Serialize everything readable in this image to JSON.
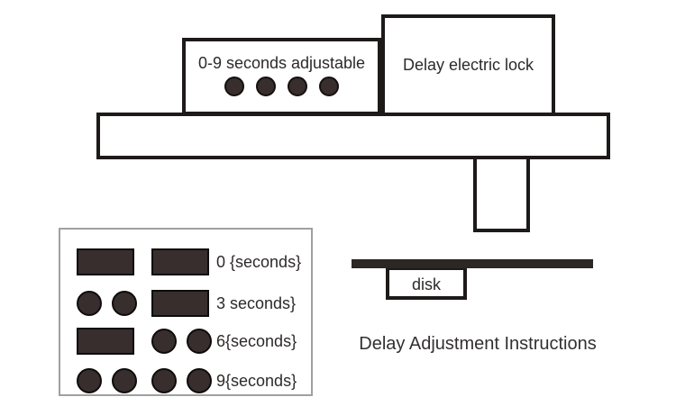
{
  "device": {
    "adjuster_box": {
      "label": "0-9 seconds adjustable",
      "dot_count": 4
    },
    "lock_box": {
      "label": "Delay electric lock"
    },
    "disk_box": {
      "label": "disk"
    }
  },
  "legend": {
    "rows": [
      {
        "left": "rect",
        "right": "rect",
        "label": "0 {seconds}"
      },
      {
        "left": "circles",
        "right": "rect",
        "label": "3 seconds}"
      },
      {
        "left": "rect",
        "right": "circles",
        "label": "6{seconds}"
      },
      {
        "left": "circles",
        "right": "circles",
        "label": "9{seconds}"
      }
    ]
  },
  "caption": "Delay Adjustment Instructions",
  "colors": {
    "outline": "#1e1a19",
    "dark_fill": "#372e2d",
    "legend_border": "#a0a0a0",
    "text": "#2d2a29",
    "background": "#ffffff"
  }
}
